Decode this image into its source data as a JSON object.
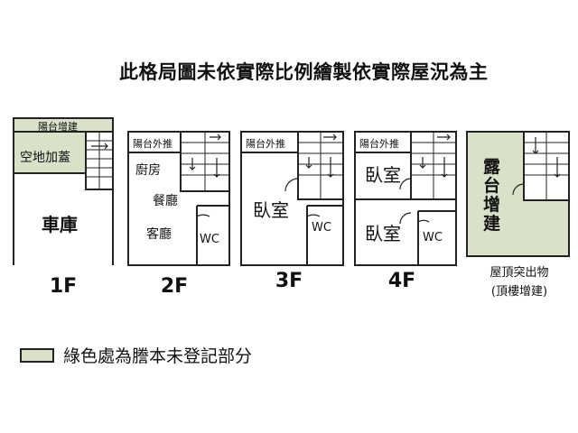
{
  "title": "此格局圖未依實際比例繪製依實際屋況為主",
  "colors": {
    "unregistered_fill": "#d9e2c8",
    "wall": "#222222"
  },
  "floors": [
    {
      "label": "1F",
      "rooms": {
        "balcony_extension": "陽台增建",
        "open_land_cover": "空地加蓋",
        "garage": "車庫"
      }
    },
    {
      "label": "2F",
      "rooms": {
        "balcony_out": "陽台外推",
        "kitchen": "廚房",
        "dining": "餐廳",
        "living": "客廳",
        "wc": "WC"
      }
    },
    {
      "label": "3F",
      "rooms": {
        "balcony_out": "陽台外推",
        "bedroom": "臥室",
        "wc": "WC"
      }
    },
    {
      "label": "4F",
      "rooms": {
        "balcony_out": "陽台外推",
        "bedroom_1": "臥室",
        "bedroom_2": "臥室",
        "wc": "WC"
      }
    }
  ],
  "roof": {
    "terrace": "露台增建",
    "label_line1": "屋頂突出物",
    "label_line2": "(頂樓增建)"
  },
  "legend": {
    "text": "綠色處為謄本未登記部分"
  }
}
